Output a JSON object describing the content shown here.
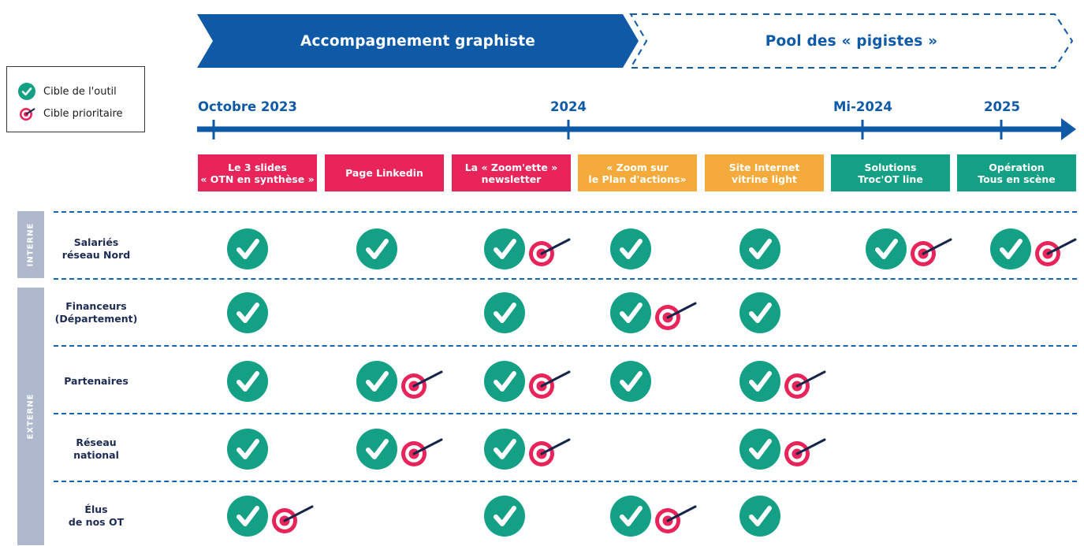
{
  "phases": [
    {
      "label": "Accompagnement graphiste",
      "style": "solid",
      "color": "#0e5aa7"
    },
    {
      "label": "Pool des « pigistes »",
      "style": "dashed",
      "color": "#0e5aa7"
    }
  ],
  "legend": {
    "items": [
      {
        "icon": "check-icon",
        "label": "Cible de l'outil"
      },
      {
        "icon": "target-icon",
        "label": "Cible prioritaire"
      }
    ]
  },
  "timeline": {
    "dates": [
      "Octobre 2023",
      "2024",
      "Mi-2024",
      "2025"
    ]
  },
  "tools": [
    {
      "label": "Le 3 slides\n« OTN en synthèse »",
      "color": "#e8245a"
    },
    {
      "label": "Page Linkedin",
      "color": "#e8245a"
    },
    {
      "label": "La « Zoom'ette »\nnewsletter",
      "color": "#e8245a"
    },
    {
      "label": "« Zoom sur\nle Plan d'actions»",
      "color": "#f5aa3c"
    },
    {
      "label": "Site Internet\nvitrine light",
      "color": "#f5aa3c"
    },
    {
      "label": "Solutions\nTroc'OT line",
      "color": "#14a085"
    },
    {
      "label": "Opération\nTous en scène",
      "color": "#14a085"
    }
  ],
  "groups": [
    {
      "label": "INTERNE",
      "rows": 1
    },
    {
      "label": "EXTERNE",
      "rows": 4
    }
  ],
  "rows": [
    {
      "label": "Salariés\nréseau Nord",
      "marks": [
        "priority-none",
        "none",
        "target",
        "none",
        "none",
        "target",
        "target"
      ]
    },
    {
      "label": "Financeurs\n(Département)",
      "marks": [
        "check",
        "empty",
        "check",
        "target",
        "check",
        "empty",
        "empty"
      ]
    },
    {
      "label": "Partenaires",
      "marks": [
        "check",
        "target",
        "target",
        "check",
        "target",
        "empty",
        "empty"
      ]
    },
    {
      "label": "Réseau\nnational",
      "marks": [
        "check",
        "target",
        "target",
        "empty",
        "target",
        "empty",
        "empty"
      ]
    },
    {
      "label": "Élus\nde nos OT",
      "marks": [
        "target",
        "empty",
        "check",
        "target",
        "check",
        "empty",
        "empty"
      ]
    }
  ],
  "colors": {
    "primary_blue": "#0e5aa7",
    "check_green": "#14a085",
    "target_red": "#e8245a",
    "target_dark": "#14264a"
  }
}
